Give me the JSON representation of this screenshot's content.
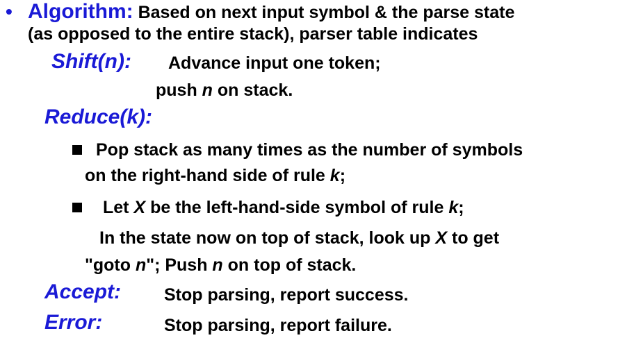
{
  "bullet": "•",
  "algorithm": {
    "label": "Algorithm:",
    "text1": "Based on next input symbol & the parse state",
    "text2": "(as opposed to the entire stack), parser table indicates"
  },
  "shift": {
    "label": "Shift(n):",
    "text1": "Advance input one token;",
    "text2_pre": "push ",
    "text2_n": "n",
    "text2_post": " on stack."
  },
  "reduce": {
    "label": "Reduce(k):",
    "item1": {
      "line1": "Pop stack as many times as the number of  symbols",
      "line2_pre": "on the right-hand side of rule ",
      "line2_k": "k",
      "line2_post": ";"
    },
    "item2": {
      "line1_pre": "Let ",
      "line1_x": "X",
      "line1_mid": " be the left-hand-side symbol of rule ",
      "line1_k": "k",
      "line1_post": ";",
      "line2_pre": "In the state now on top of stack, look up ",
      "line2_x": "X",
      "line2_post": "  to get",
      "line3_pre": "\"goto ",
      "line3_n": "n",
      "line3_mid": "\";  Push ",
      "line3_n2": "n",
      "line3_post": " on top of stack."
    }
  },
  "accept": {
    "label": "Accept:",
    "text": "Stop parsing, report success."
  },
  "error": {
    "label": "Error:",
    "text": "Stop parsing, report failure."
  },
  "colors": {
    "accent": "#1a1ad6",
    "text": "#000000"
  }
}
